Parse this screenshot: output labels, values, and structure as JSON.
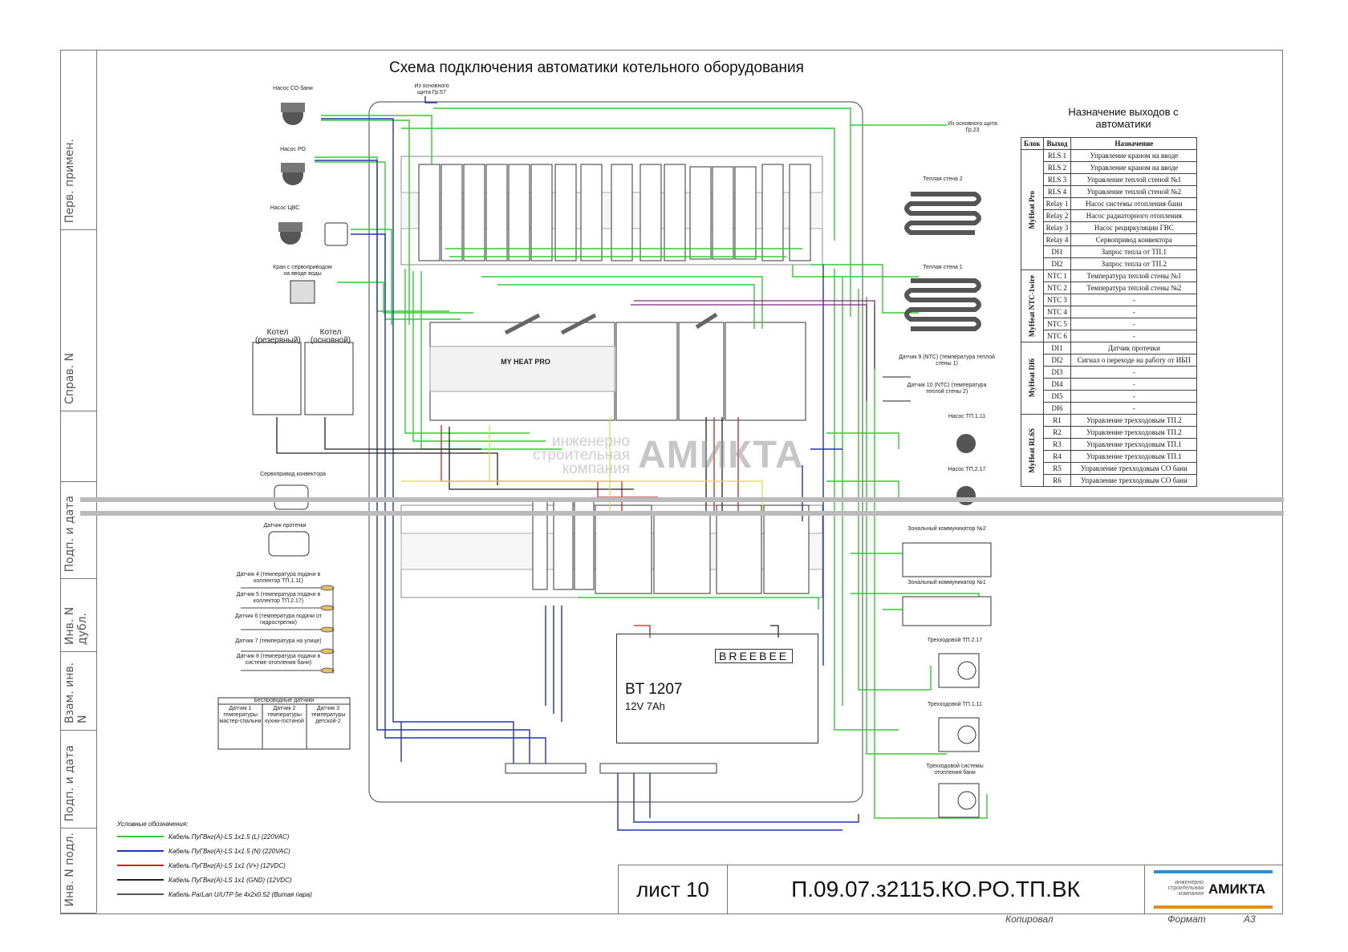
{
  "title": "Схема подключения автоматики котельного оборудования",
  "side_labels": [
    "Перв. примен.",
    "Справ. N",
    "Подп. и дата",
    "Инв. N дубл.",
    "Взам. инв. N",
    "Подп. и дата",
    "Инв. N подл."
  ],
  "table": {
    "title": "Назначение выходов с автоматики",
    "headers": [
      "Блок",
      "Выход",
      "Назначение"
    ],
    "groups": [
      {
        "block": "MyHeat Pro",
        "rows": [
          [
            "RLS 1",
            "Управление краном на вводе"
          ],
          [
            "RLS 2",
            "Управление краном на вводе"
          ],
          [
            "RLS 3",
            "Управление теплой стеной №1"
          ],
          [
            "RLS 4",
            "Управление теплой стеной №2"
          ],
          [
            "Relay 1",
            "Насос системы отопления бани"
          ],
          [
            "Relay 2",
            "Насос радиаторного отопления"
          ],
          [
            "Relay 3",
            "Насос рециркуляции ГВС"
          ],
          [
            "Relay 4",
            "Сервопривод конвектора"
          ],
          [
            "DI1",
            "Запрос тепла от ТП.1"
          ],
          [
            "DI2",
            "Запрос тепла от ТП.2"
          ]
        ]
      },
      {
        "block": "MyHeat NTC-1wire",
        "rows": [
          [
            "NTC 1",
            "Температура теплой стены №1"
          ],
          [
            "NTC 2",
            "Температура теплой стены №2"
          ],
          [
            "NTC 3",
            "-"
          ],
          [
            "NTC 4",
            "-"
          ],
          [
            "NTC 5",
            "-"
          ],
          [
            "NTC 6",
            "-"
          ]
        ]
      },
      {
        "block": "MyHeat DI6",
        "rows": [
          [
            "DI1",
            "Датчик протечки"
          ],
          [
            "DI2",
            "Сигнал о переходе на работу от ИБП"
          ],
          [
            "DI3",
            "-"
          ],
          [
            "DI4",
            "-"
          ],
          [
            "DI5",
            "-"
          ],
          [
            "DI6",
            "-"
          ]
        ]
      },
      {
        "block": "MyHeat RL6S",
        "rows": [
          [
            "R1",
            "Управление трехходовым ТП.2"
          ],
          [
            "R2",
            "Управление трехходовым ТП.2"
          ],
          [
            "R3",
            "Управление трехходовым ТП.1"
          ],
          [
            "R4",
            "Управление трехходовым ТП.1"
          ],
          [
            "R5",
            "Управление трехходовым СО бани"
          ],
          [
            "R6",
            "Управление трехходовым СО бани"
          ]
        ]
      }
    ]
  },
  "left_devices": {
    "pump_banya": "Насос СО бани",
    "pump_ro": "Насос РО",
    "pump_gvs": "Насос ЦВС",
    "valve": "Кран с сервоприводом на вводе воды",
    "boiler_reserve": "Котел (резервный)",
    "boiler_main": "Котел (основной)",
    "servo_convector": "Сервопривод конвектора",
    "leak_sensor": "Датчик протечки",
    "sensor4": "Датчик 4 (температура подачи в коллектор ТП.1.11)",
    "sensor5": "Датчик 5 (температура подачи в коллектор ТП.2.17)",
    "sensor6": "Датчик 6 (температура подачи от гидрострелки)",
    "sensor7": "Датчик 7 (температура на улице)",
    "sensor8": "Датчик 8 (температура подачи в системе отопления бани)",
    "wireless_title": "Беспроводные датчики",
    "wireless1": "Датчик 1 температуры мастер-спальни",
    "wireless2": "Датчик 2 температуры кухни-гостиной",
    "wireless3": "Датчик 3 температуры детской-2"
  },
  "right_devices": {
    "main_panel_top": "Из основного щита Гр.57",
    "main_panel_right": "Из основного щита Гр.23",
    "warm_wall2": "Теплая стена 2",
    "warm_wall1": "Теплая стена 1",
    "sensor9": "Датчик 9 (NTC) (температура теплой стены 1)",
    "sensor10": "Датчик 10 (NTC) (температура теплой стены 2)",
    "pump_tp111": "Насос ТП.1.11",
    "pump_tp217": "Насос ТП.2.17",
    "zone2": "Зональный коммуникатор №2",
    "zone1": "Зональный коммуникатор №1",
    "valve_tp217": "Трехходовой ТП.2.17",
    "valve_tp111": "Трехходовой ТП.1.11",
    "valve_banya": "Трехходовой системы отопления бани"
  },
  "controller": "MY HEAT PRO",
  "battery": {
    "name": "BT 1207",
    "spec": "12V 7Ah",
    "brand": "BREEBEE"
  },
  "watermark": {
    "small": "инженерно строительная компания",
    "big": "АМИКТА"
  },
  "legend": {
    "title": "Условные обозначения:",
    "items": [
      {
        "color": "#33cc33",
        "label": "Кабель ПуГВнг(А)-LS 1х1.5 (L) (220VAC)"
      },
      {
        "color": "#2233bb",
        "label": "Кабель ПуГВнг(А)-LS 1х1.5 (N) (220VAC)"
      },
      {
        "color": "#cc2222",
        "label": "Кабель ПуГВнг(А)-LS 1х1 (V+) (12VDC)"
      },
      {
        "color": "#222222",
        "label": "Кабель ПуГВнг(А)-LS 1х1 (GND) (12VDC)"
      },
      {
        "color": "#555555",
        "label": "Кабель ParLan U/UTP 5e 4х2х0.52 (Витая пара)"
      }
    ]
  },
  "stamp": {
    "sheet": "лист 10",
    "code": "П.09.07.з2115.КО.РО.ТП.ВК",
    "logo_small": "инженерно строительная компания",
    "logo_big": "АМИКТА"
  },
  "footer": {
    "copied": "Копировал",
    "format_label": "Формат",
    "format": "А3"
  }
}
